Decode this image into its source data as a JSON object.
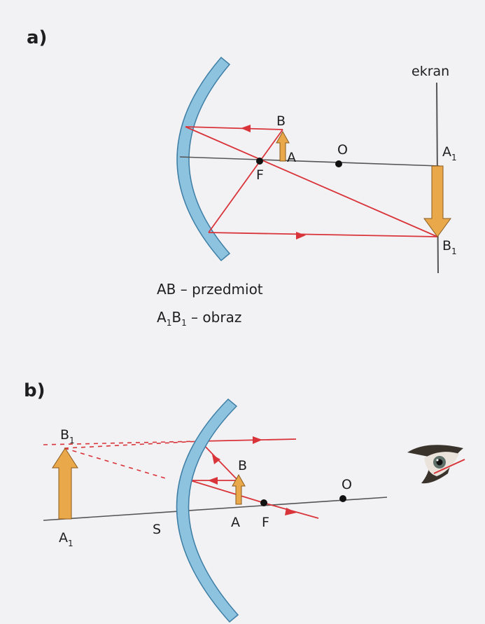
{
  "colors": {
    "mirror_fill": "#8ec3e0",
    "mirror_stroke": "#3f7fa6",
    "ray": "#d9343a",
    "arrow_fill": "#e9a84a",
    "arrow_stroke": "#8a5a1e",
    "axis": "#555555",
    "point": "#111111"
  },
  "part_a": {
    "label": "a)",
    "screen_label": "ekran",
    "point_B": "B",
    "point_A": "A",
    "point_O": "O",
    "point_F": "F",
    "point_A1": "A",
    "point_A1_sub": "1",
    "point_B1": "B",
    "point_B1_sub": "1",
    "legend_object": "AB – przedmiot",
    "legend_image_a": "A",
    "legend_image_sub1": "1",
    "legend_image_b": "B",
    "legend_image_sub2": "1",
    "legend_image_rest": " – obraz"
  },
  "part_b": {
    "label": "b)",
    "point_B1": "B",
    "point_B1_sub": "1",
    "point_A1": "A",
    "point_A1_sub": "1",
    "point_S": "S",
    "point_A": "A",
    "point_F": "F",
    "point_B": "B",
    "point_O": "O",
    "eye_icon": "eye-icon"
  }
}
